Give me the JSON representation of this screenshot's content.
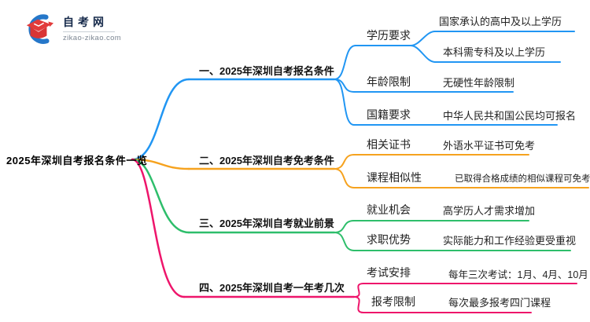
{
  "logo": {
    "title": "自考网",
    "domain": "zikao-zikao.com"
  },
  "root": {
    "title": "2025年深圳自考报名条件一览"
  },
  "mindmap": {
    "branches": [
      {
        "label": "一、2025年深圳自考报名条件",
        "color": "#2196F3",
        "children": [
          {
            "label": "学历要求",
            "leaves": [
              "国家承认的高中及以上学历",
              "本科需专科及以上学历"
            ]
          },
          {
            "label": "年龄限制",
            "leaves": [
              "无硬性年龄限制"
            ]
          },
          {
            "label": "国籍要求",
            "leaves": [
              "中华人民共和国公民均可报名"
            ]
          }
        ]
      },
      {
        "label": "二、2025年深圳自考免考条件",
        "color": "#F6A21E",
        "children": [
          {
            "label": "相关证书",
            "leaves": [
              "外语水平证书可免考"
            ]
          },
          {
            "label": "课程相似性",
            "leaves": [
              "已取得合格成绩的相似课程可免考"
            ]
          }
        ]
      },
      {
        "label": "三、2025年深圳自考就业前景",
        "color": "#2EBE6B",
        "children": [
          {
            "label": "就业机会",
            "leaves": [
              "高学历人才需求增加"
            ]
          },
          {
            "label": "求职优势",
            "leaves": [
              "实际能力和工作经验更受重视"
            ]
          }
        ]
      },
      {
        "label": "四、2025年深圳自考一年考几次",
        "color": "#EE156B",
        "children": [
          {
            "label": "考试安排",
            "leaves": [
              "每年三次考试：1月、4月、10月"
            ]
          },
          {
            "label": "报考限制",
            "leaves": [
              "每次最多报考四门课程"
            ]
          }
        ]
      }
    ]
  },
  "logo_colors": {
    "crescent": "#2577C9",
    "cap": "#E23B3B"
  }
}
